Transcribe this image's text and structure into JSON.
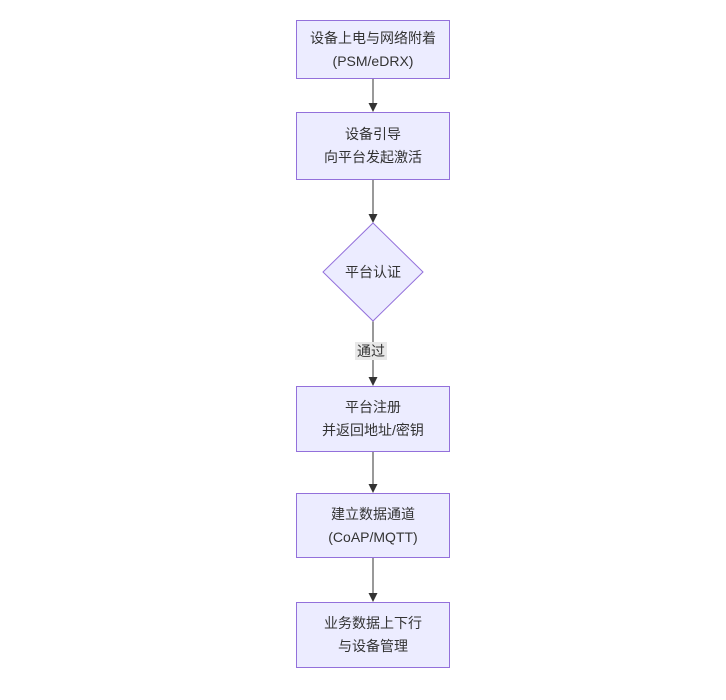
{
  "diagram": {
    "nodes": {
      "power_attach": {
        "line1": "设备上电与网络附着",
        "line2": "(PSM/eDRX)"
      },
      "bootstrap": {
        "line1": "设备引导",
        "line2": "向平台发起激活"
      },
      "platform_auth": {
        "label": "平台认证"
      },
      "platform_register": {
        "line1": "平台注册",
        "line2": "并返回地址/密钥"
      },
      "data_channel": {
        "line1": "建立数据通道",
        "line2": "(CoAP/MQTT)"
      },
      "business_data": {
        "line1": "业务数据上下行",
        "line2": "与设备管理"
      }
    },
    "edge_labels": {
      "auth_pass": "通过"
    },
    "colors": {
      "node_fill": "#ECECFF",
      "node_border": "#9370DB",
      "text": "#333333",
      "arrow": "#333333",
      "edge_label_bg": "#e8e8e8",
      "background": "#ffffff"
    }
  }
}
